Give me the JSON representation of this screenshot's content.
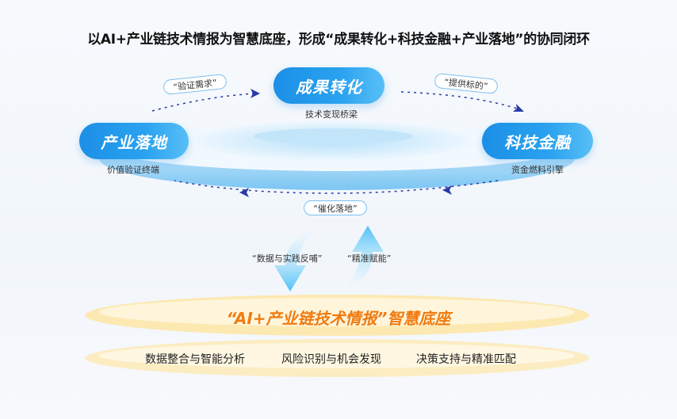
{
  "title": "以AI+产业链技术情报为智慧底座，形成“成果转化+科技金融+产业落地”的协同闭环",
  "nodes": {
    "top": {
      "label": "成果转化",
      "sub": "技术变现桥梁"
    },
    "left": {
      "label": "产业落地",
      "sub": "价值验证终端"
    },
    "right": {
      "label": "科技金融",
      "sub": "资金燃料引擎"
    }
  },
  "flows": {
    "left_to_top": "“验证需求”",
    "top_to_right": "“提供标的”",
    "right_to_left": "“催化落地”",
    "down": "“数据与实践反哺”",
    "up": "“精准赋能”"
  },
  "base": {
    "title": "“AI+产业链技术情报”智慧底座",
    "features": [
      "数据整合与智能分析",
      "风险识别与机会发现",
      "决策支持与精准匹配"
    ]
  },
  "colors": {
    "accent": "#1b8fe6",
    "base_title": "#f07b10",
    "arrow": "#2a3aa8"
  }
}
